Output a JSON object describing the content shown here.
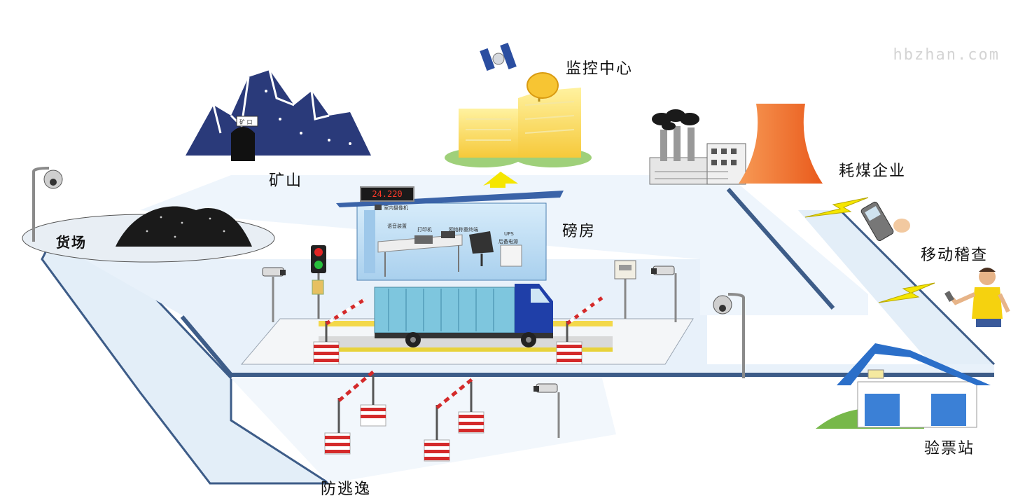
{
  "watermark": "hbzhan.com",
  "labels": {
    "mine": "矿山",
    "mine_sign": "矿 口",
    "yard": "货场",
    "monitor_center": "监控中心",
    "coal_enterprise": "耗煤企业",
    "weigh_room": "磅房",
    "mobile_inspection": "移动稽查",
    "ticket_station": "验票站",
    "anti_escape": "防逃逸"
  },
  "weigh_room": {
    "display_value": "24.220",
    "devices": [
      "室内摄像机",
      "语音装置",
      "打印机",
      "网络称重终端",
      "UPS",
      "后备电源"
    ]
  },
  "colors": {
    "road": "#e3eef8",
    "road_edge": "#3d5c88",
    "mountain": "#2a3a7a",
    "truck_container": "#7ec6de",
    "truck_cab": "#1f3fa8",
    "tower": "#f26a2c",
    "barrier_red": "#d42a2a",
    "house_roof": "#2b6fc9",
    "lightning": "#f5e600"
  }
}
